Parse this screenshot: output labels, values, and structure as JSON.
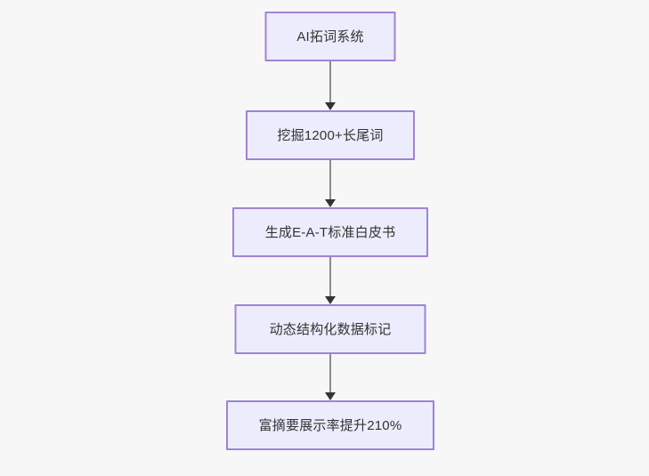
{
  "diagram": {
    "type": "flowchart",
    "orientation": "top-to-bottom",
    "background_color": "#f7f7f8",
    "node_fill_color": "#ececfc",
    "node_border_color": "#9f84d4",
    "node_text_color": "#333333",
    "edge_line_color": "#8c8c8c",
    "edge_arrow_color": "#333333",
    "nodes": [
      {
        "id": "n1",
        "label": "AI拓词系统"
      },
      {
        "id": "n2",
        "label": "挖掘1200+长尾词"
      },
      {
        "id": "n3",
        "label": "生成E-A-T标准白皮书"
      },
      {
        "id": "n4",
        "label": "动态结构化数据标记"
      },
      {
        "id": "n5",
        "label": "富摘要展示率提升210%"
      }
    ],
    "edges": [
      {
        "from": "n1",
        "to": "n2",
        "label": ""
      },
      {
        "from": "n2",
        "to": "n3",
        "label": ""
      },
      {
        "from": "n3",
        "to": "n4",
        "label": ""
      },
      {
        "from": "n4",
        "to": "n5",
        "label": ""
      }
    ]
  }
}
